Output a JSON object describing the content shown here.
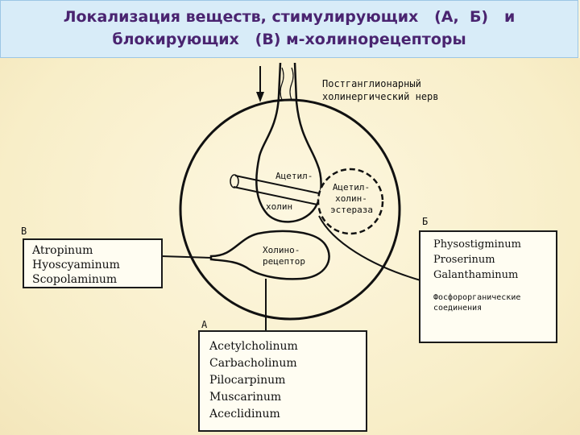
{
  "title": {
    "line1": "Локализация веществ, стимулирующих   (А,  Б)   и",
    "line2": "блокирующих   (В) м-холинорецепторы"
  },
  "diagram": {
    "nerve_label": [
      "Постганглионарный",
      "холинергический нерв"
    ],
    "acetylcholine_label": [
      "Ацетил-",
      "холин"
    ],
    "esterase_label": [
      "Ацетил-",
      "холин-",
      "эстераза"
    ],
    "receptor_label": [
      "Холино-",
      "рецептор"
    ],
    "group_a": {
      "letter": "А",
      "items": [
        "Acetylcholinum",
        "Carbacholinum",
        "Pilocarpinum",
        "Muscarinum",
        "Aceclidinum"
      ]
    },
    "group_b": {
      "letter": "Б",
      "items": [
        "Physostigminum",
        "Proserinum",
        "Galanthaminum"
      ],
      "note": [
        "Фосфорорганические",
        "соединения"
      ]
    },
    "group_v": {
      "letter": "В",
      "items": [
        "Atropinum",
        "Hyoscyaminum",
        "Scopolaminum"
      ]
    }
  }
}
